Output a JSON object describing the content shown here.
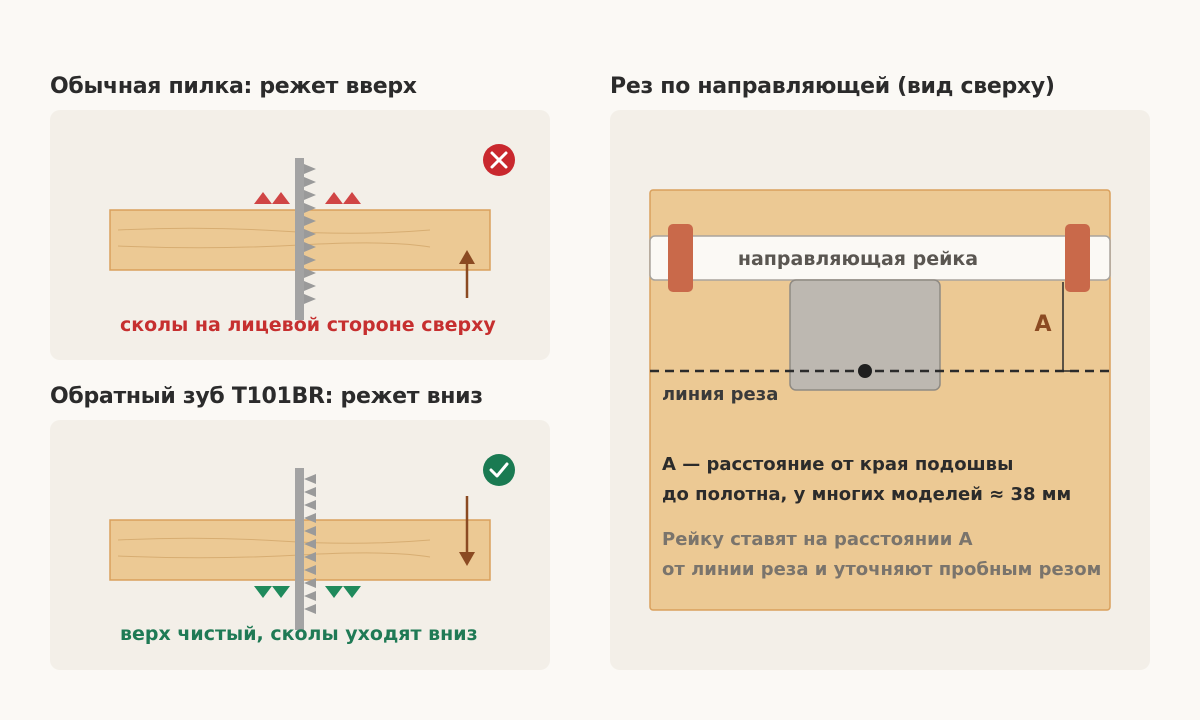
{
  "panel_up": {
    "title": "Обычная пилка: режет вверх",
    "caption": "сколы на лицевой стороне сверху",
    "status_icon": "x-circle-icon",
    "caption_color": "#c62f2f",
    "status_color": "#c9282e"
  },
  "panel_down": {
    "title": "Обратный зуб T101BR: режет вниз",
    "caption": "верх чистый, сколы уходят вниз",
    "status_icon": "check-circle-icon",
    "caption_color": "#1f7a55",
    "status_color": "#1a7a52"
  },
  "guide": {
    "title": "Рез по направляющей (вид сверху)",
    "rail_label": "направляющая рейка",
    "distance_label": "A",
    "cut_line_label": "линия реза",
    "note_bold_1": "A — расстояние от края подошвы",
    "note_bold_2": "до полотна, у многих моделей ≈ 38 мм",
    "note_1": "Рейку ставят на расстоянии A",
    "note_2": "от линии реза и уточняют пробным резом"
  },
  "colors": {
    "wood": "#ecc994",
    "wood_border": "#d9a05c",
    "arrow": "#8b4a22",
    "clamp": "#c9694a",
    "blade": "#a3a3a3",
    "base_plate": "#bdb8b1"
  }
}
